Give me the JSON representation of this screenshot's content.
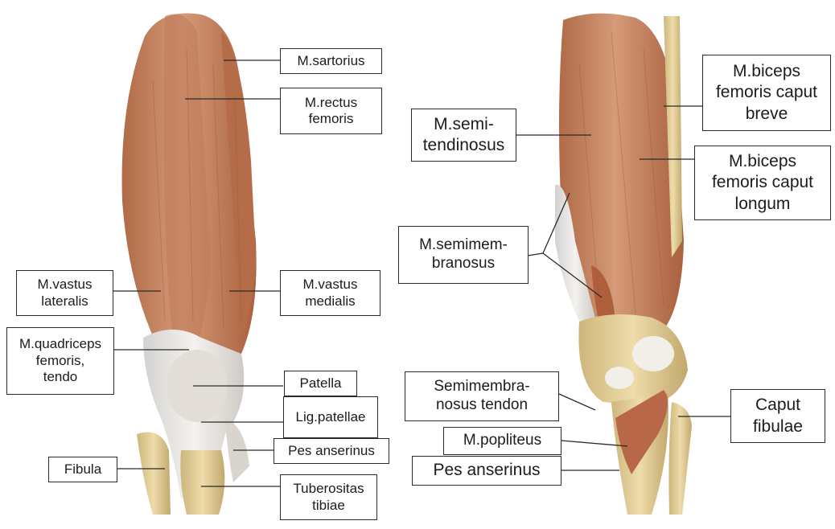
{
  "figure": {
    "left_view": {
      "labels": {
        "sartorius": "M.sartorius",
        "rectus_femoris": "M.rectus\nfemoris",
        "vastus_lateralis": "M.vastus\nlateralis",
        "vastus_medialis": "M.vastus\nmedialis",
        "quadriceps_tendon": "M.quadriceps\nfemoris,\ntendo",
        "patella": "Patella",
        "lig_patellae": "Lig.patellae",
        "pes_anserinus": "Pes anserinus",
        "fibula": "Fibula",
        "tuberositas_tibiae": "Tuberositas\ntibiae"
      }
    },
    "right_view": {
      "labels": {
        "biceps_caput_breve": "M.biceps\nfemoris caput\nbreve",
        "semitendinosus": "M.semi-\ntendinosus",
        "biceps_caput_longum": "M.biceps\nfemoris caput\nlongum",
        "semimembranosus": "M.semimem-\nbranosus",
        "semimembranosus_tendon": "Semimembra-\nnosus tendon",
        "caput_fibulae": "Caput\nfibulae",
        "popliteus": "M.popliteus",
        "pes_anserinus": "Pes anserinus"
      }
    },
    "colors": {
      "muscle": "#c98a66",
      "muscle_dark": "#a8623f",
      "tendon": "#e8e4df",
      "bone": "#e3cf9c",
      "leader_line": "#2a2a2a"
    }
  }
}
